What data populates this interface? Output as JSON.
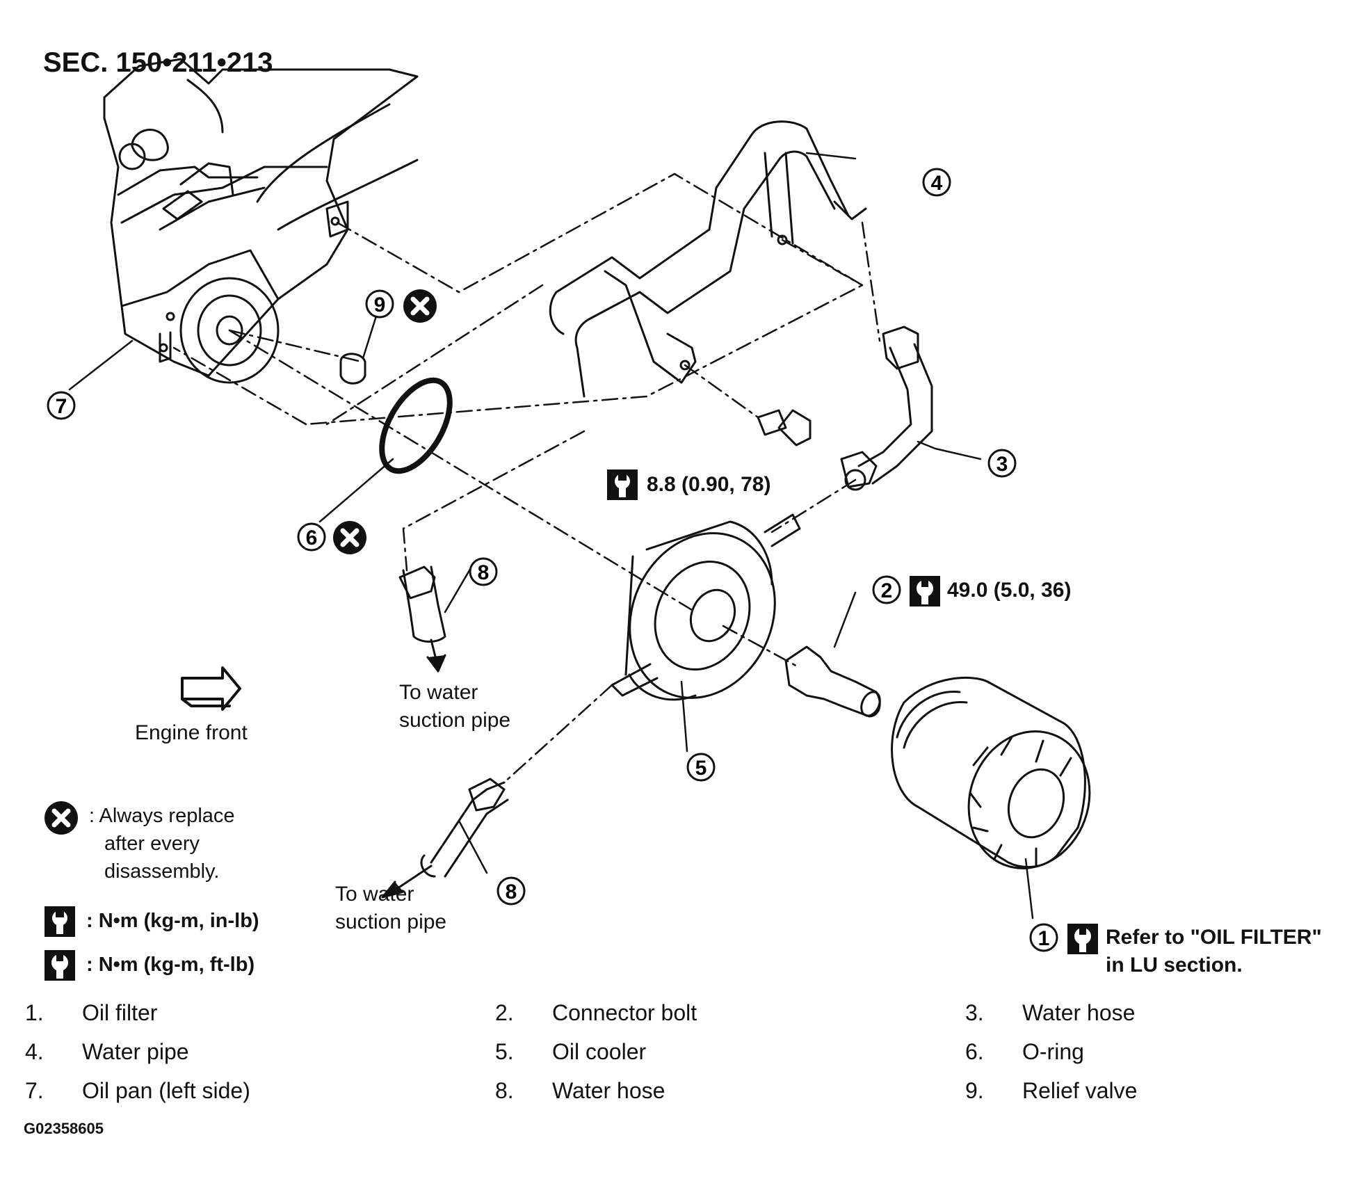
{
  "section_title": "SEC. 150•211•213",
  "callouts": [
    "1",
    "2",
    "3",
    "4",
    "5",
    "6",
    "7",
    "8",
    "8",
    "9"
  ],
  "torque_values": {
    "water_pipe_bolt": "8.8 (0.90, 78)",
    "connector_bolt": "49.0 (5.0, 36)"
  },
  "annotations": {
    "to_water_suction_pipe_1": [
      "To water",
      "suction pipe"
    ],
    "to_water_suction_pipe_2": [
      "To water",
      "suction pipe"
    ],
    "engine_front": "Engine front",
    "oil_filter_ref": [
      "Refer to \"OIL FILTER\"",
      "in LU section."
    ]
  },
  "legend": {
    "always_replace": [
      ": Always replace",
      "after every",
      "disassembly."
    ],
    "nm_in_lb": ":  N•m  (kg-m,  in-lb)",
    "nm_ft_lb": ":  N•m  (kg-m,  ft-lb)"
  },
  "parts_list": [
    {
      "num": "1.",
      "name": "Oil filter"
    },
    {
      "num": "2.",
      "name": "Connector bolt"
    },
    {
      "num": "3.",
      "name": "Water hose"
    },
    {
      "num": "4.",
      "name": "Water pipe"
    },
    {
      "num": "5.",
      "name": "Oil cooler"
    },
    {
      "num": "6.",
      "name": "O-ring"
    },
    {
      "num": "7.",
      "name": "Oil pan (left side)"
    },
    {
      "num": "8.",
      "name": "Water hose"
    },
    {
      "num": "9.",
      "name": "Relief valve"
    }
  ],
  "figure_code": "G02358605",
  "colors": {
    "ink": "#111111",
    "background": "#ffffff"
  }
}
